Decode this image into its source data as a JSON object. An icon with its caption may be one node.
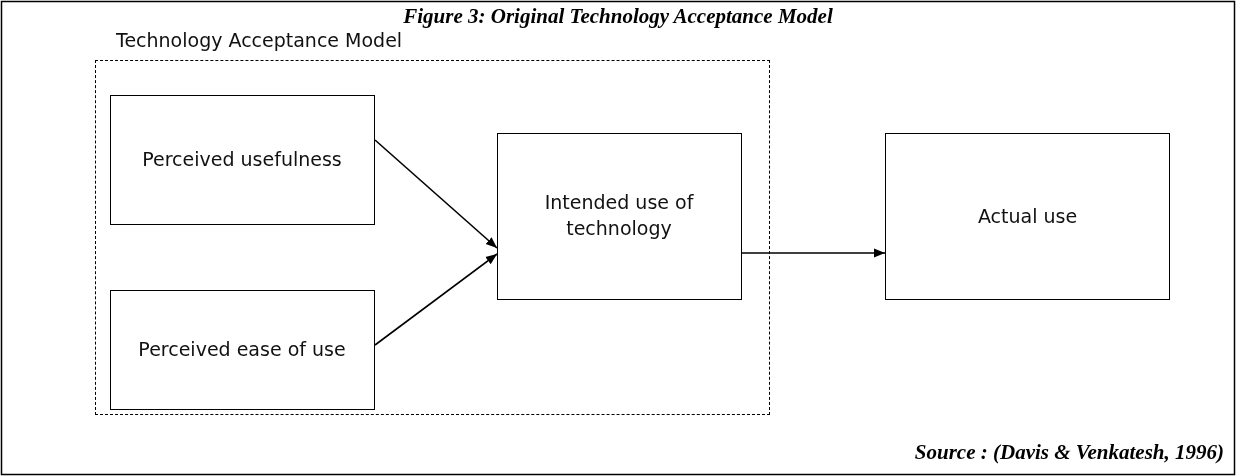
{
  "diagram": {
    "title": "Figure 3: Original Technology Acceptance Model",
    "caption": "Source : (Davis & Venkatesh, 1996)",
    "nodes": [
      {
        "text": [
          "Technology Acceptance Model"
        ]
      },
      {
        "text": [
          "Perceived usefulness"
        ],
        "in": 0
      },
      {
        "text": [
          "Perceived ease of use"
        ],
        "in": 0
      },
      {
        "text": [
          "Intended use of technology"
        ],
        "in": 0
      },
      {
        "text": [
          "Actual use"
        ]
      }
    ],
    "edges": [
      {
        "from": 1,
        "to": 3,
        "arrow": "to"
      },
      {
        "from": 2,
        "to": 3,
        "arrow": "to"
      },
      {
        "from": 3,
        "to": 4,
        "arrow": "to"
      }
    ]
  }
}
